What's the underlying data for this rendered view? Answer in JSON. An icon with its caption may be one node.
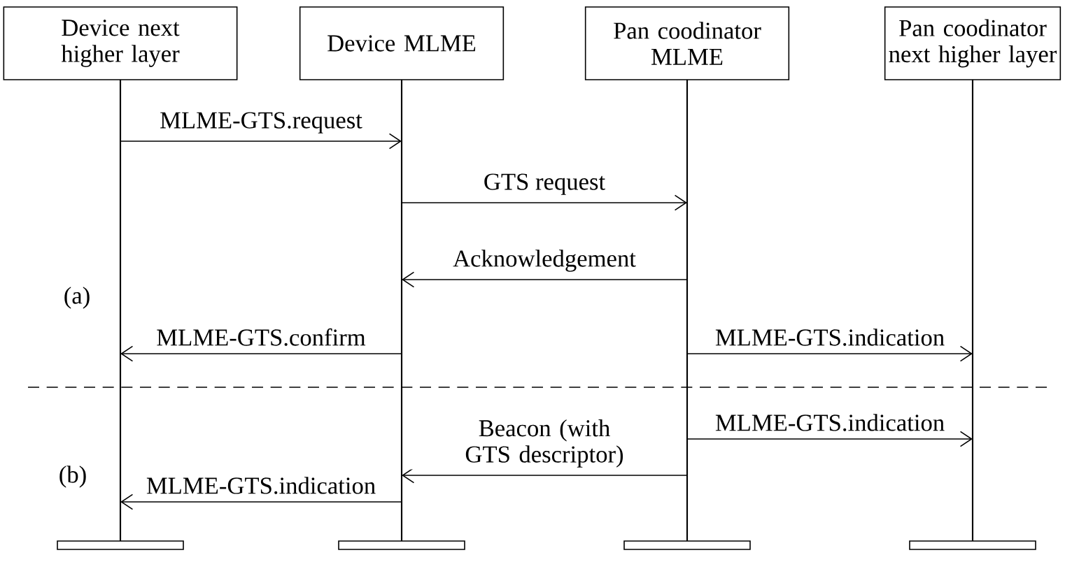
{
  "diagram": {
    "nodes": [
      {
        "text": [
          "Device next higher layer"
        ]
      },
      {
        "text": [
          "Device MLME"
        ]
      },
      {
        "text": [
          "Pan coodinator MLME"
        ]
      },
      {
        "text": [
          "Pan coodinator next higher layer"
        ]
      }
    ],
    "edges": [
      {
        "from": 0,
        "to": 1,
        "arrow": "to",
        "label": "MLME-GTS.request"
      },
      {
        "from": 1,
        "to": 2,
        "arrow": "to",
        "label": "GTS request"
      },
      {
        "from": 2,
        "to": 1,
        "arrow": "to",
        "label": "Acknowledgement"
      },
      {
        "from": 1,
        "to": 0,
        "arrow": "to",
        "label": "MLME-GTS.confirm"
      },
      {
        "from": 2,
        "to": 3,
        "arrow": "to",
        "label": "MLME-GTS.indication"
      },
      {
        "from": 2,
        "to": 3,
        "arrow": "to",
        "label": "MLME-GTS.indication"
      },
      {
        "from": 2,
        "to": 1,
        "arrow": "to",
        "label": "Beacon (with GTS descriptor)"
      },
      {
        "from": 1,
        "to": 0,
        "arrow": "to",
        "label": "MLME-GTS.indication"
      }
    ],
    "labels": [
      "(a)",
      "(b)"
    ]
  }
}
